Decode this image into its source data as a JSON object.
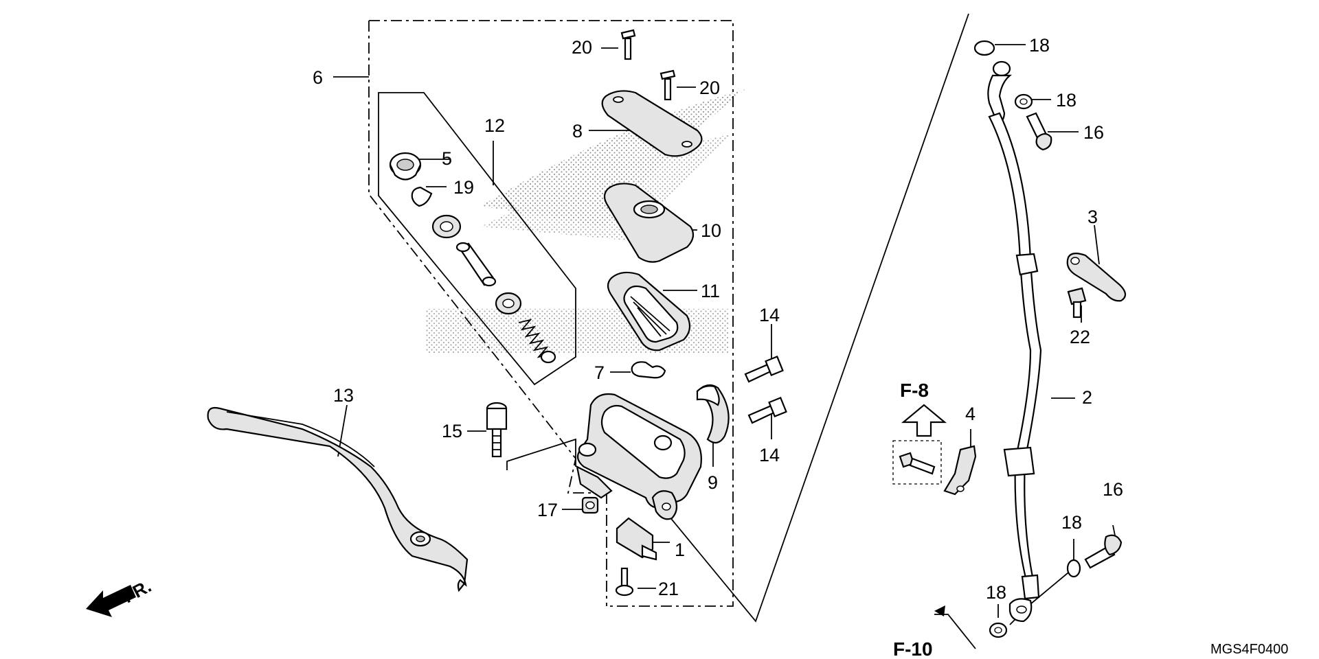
{
  "diagram": {
    "code": "MGS4F0400",
    "direction_label": "FR.",
    "refs": {
      "f8": "F-8",
      "f10": "F-10"
    },
    "callouts": {
      "c1": "1",
      "c2": "2",
      "c3": "3",
      "c4": "4",
      "c5": "5",
      "c6": "6",
      "c7": "7",
      "c8": "8",
      "c9": "9",
      "c10": "10",
      "c11": "11",
      "c12": "12",
      "c13": "13",
      "c14a": "14",
      "c14b": "14",
      "c15": "15",
      "c16a": "16",
      "c16b": "16",
      "c17": "17",
      "c18a": "18",
      "c18b": "18",
      "c18c": "18",
      "c18d": "18",
      "c19": "19",
      "c20a": "20",
      "c20b": "20",
      "c21": "21",
      "c22": "22"
    }
  }
}
